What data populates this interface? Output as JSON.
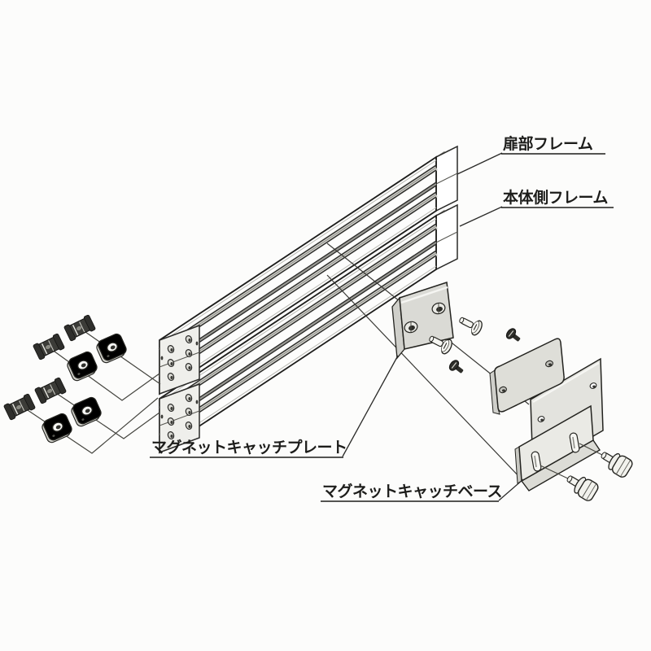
{
  "diagram": {
    "labels": {
      "door_frame": "扉部フレーム",
      "body_side_frame": "本体側フレーム",
      "magnet_catch_plate": "マグネットキャッチプレート",
      "magnet_catch_base": "マグネットキャッチベース"
    },
    "colors": {
      "line": "#2a2a28",
      "metal_light": "#ececе8",
      "metal_mid": "#d5d5d0",
      "dark_part": "#3c3c38",
      "background": "#fcfcfb"
    }
  }
}
